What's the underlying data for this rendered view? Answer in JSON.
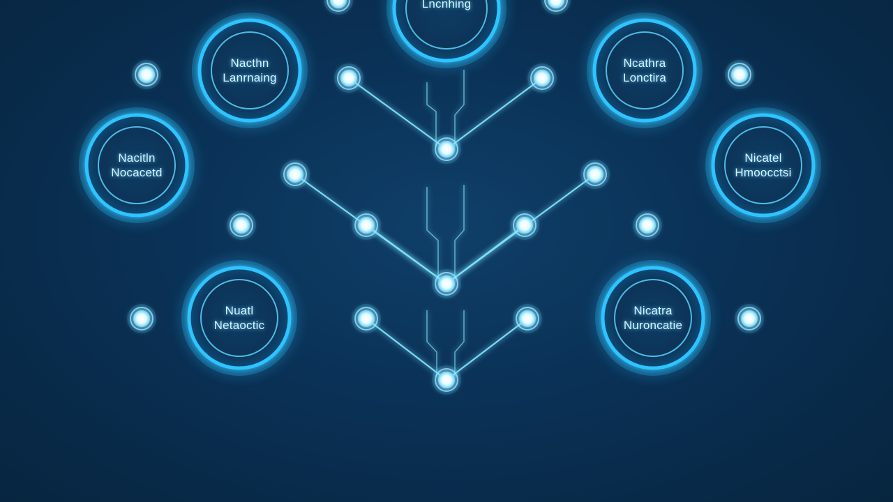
{
  "diagram": {
    "colors": {
      "background": "#0a3156",
      "glow": "#2fc4ff",
      "line": "#7fe3ff",
      "node_core": "#ffffff"
    },
    "hubs": [
      {
        "id": "top",
        "lines": [
          "Lncnhing"
        ]
      },
      {
        "id": "upper-left",
        "lines": [
          "Nacthn",
          "Lanrnaing"
        ]
      },
      {
        "id": "upper-right",
        "lines": [
          "Ncathra",
          "Lonctira"
        ]
      },
      {
        "id": "middle-left",
        "lines": [
          "Nacitln",
          "Nocacetd"
        ]
      },
      {
        "id": "middle-right",
        "lines": [
          "Nicatel",
          "Hmoocctsi"
        ]
      },
      {
        "id": "lower-left",
        "lines": [
          "Nuatl",
          "Netaoctic"
        ]
      },
      {
        "id": "lower-right",
        "lines": [
          "Nicatra",
          "Nuroncatie"
        ]
      }
    ]
  }
}
